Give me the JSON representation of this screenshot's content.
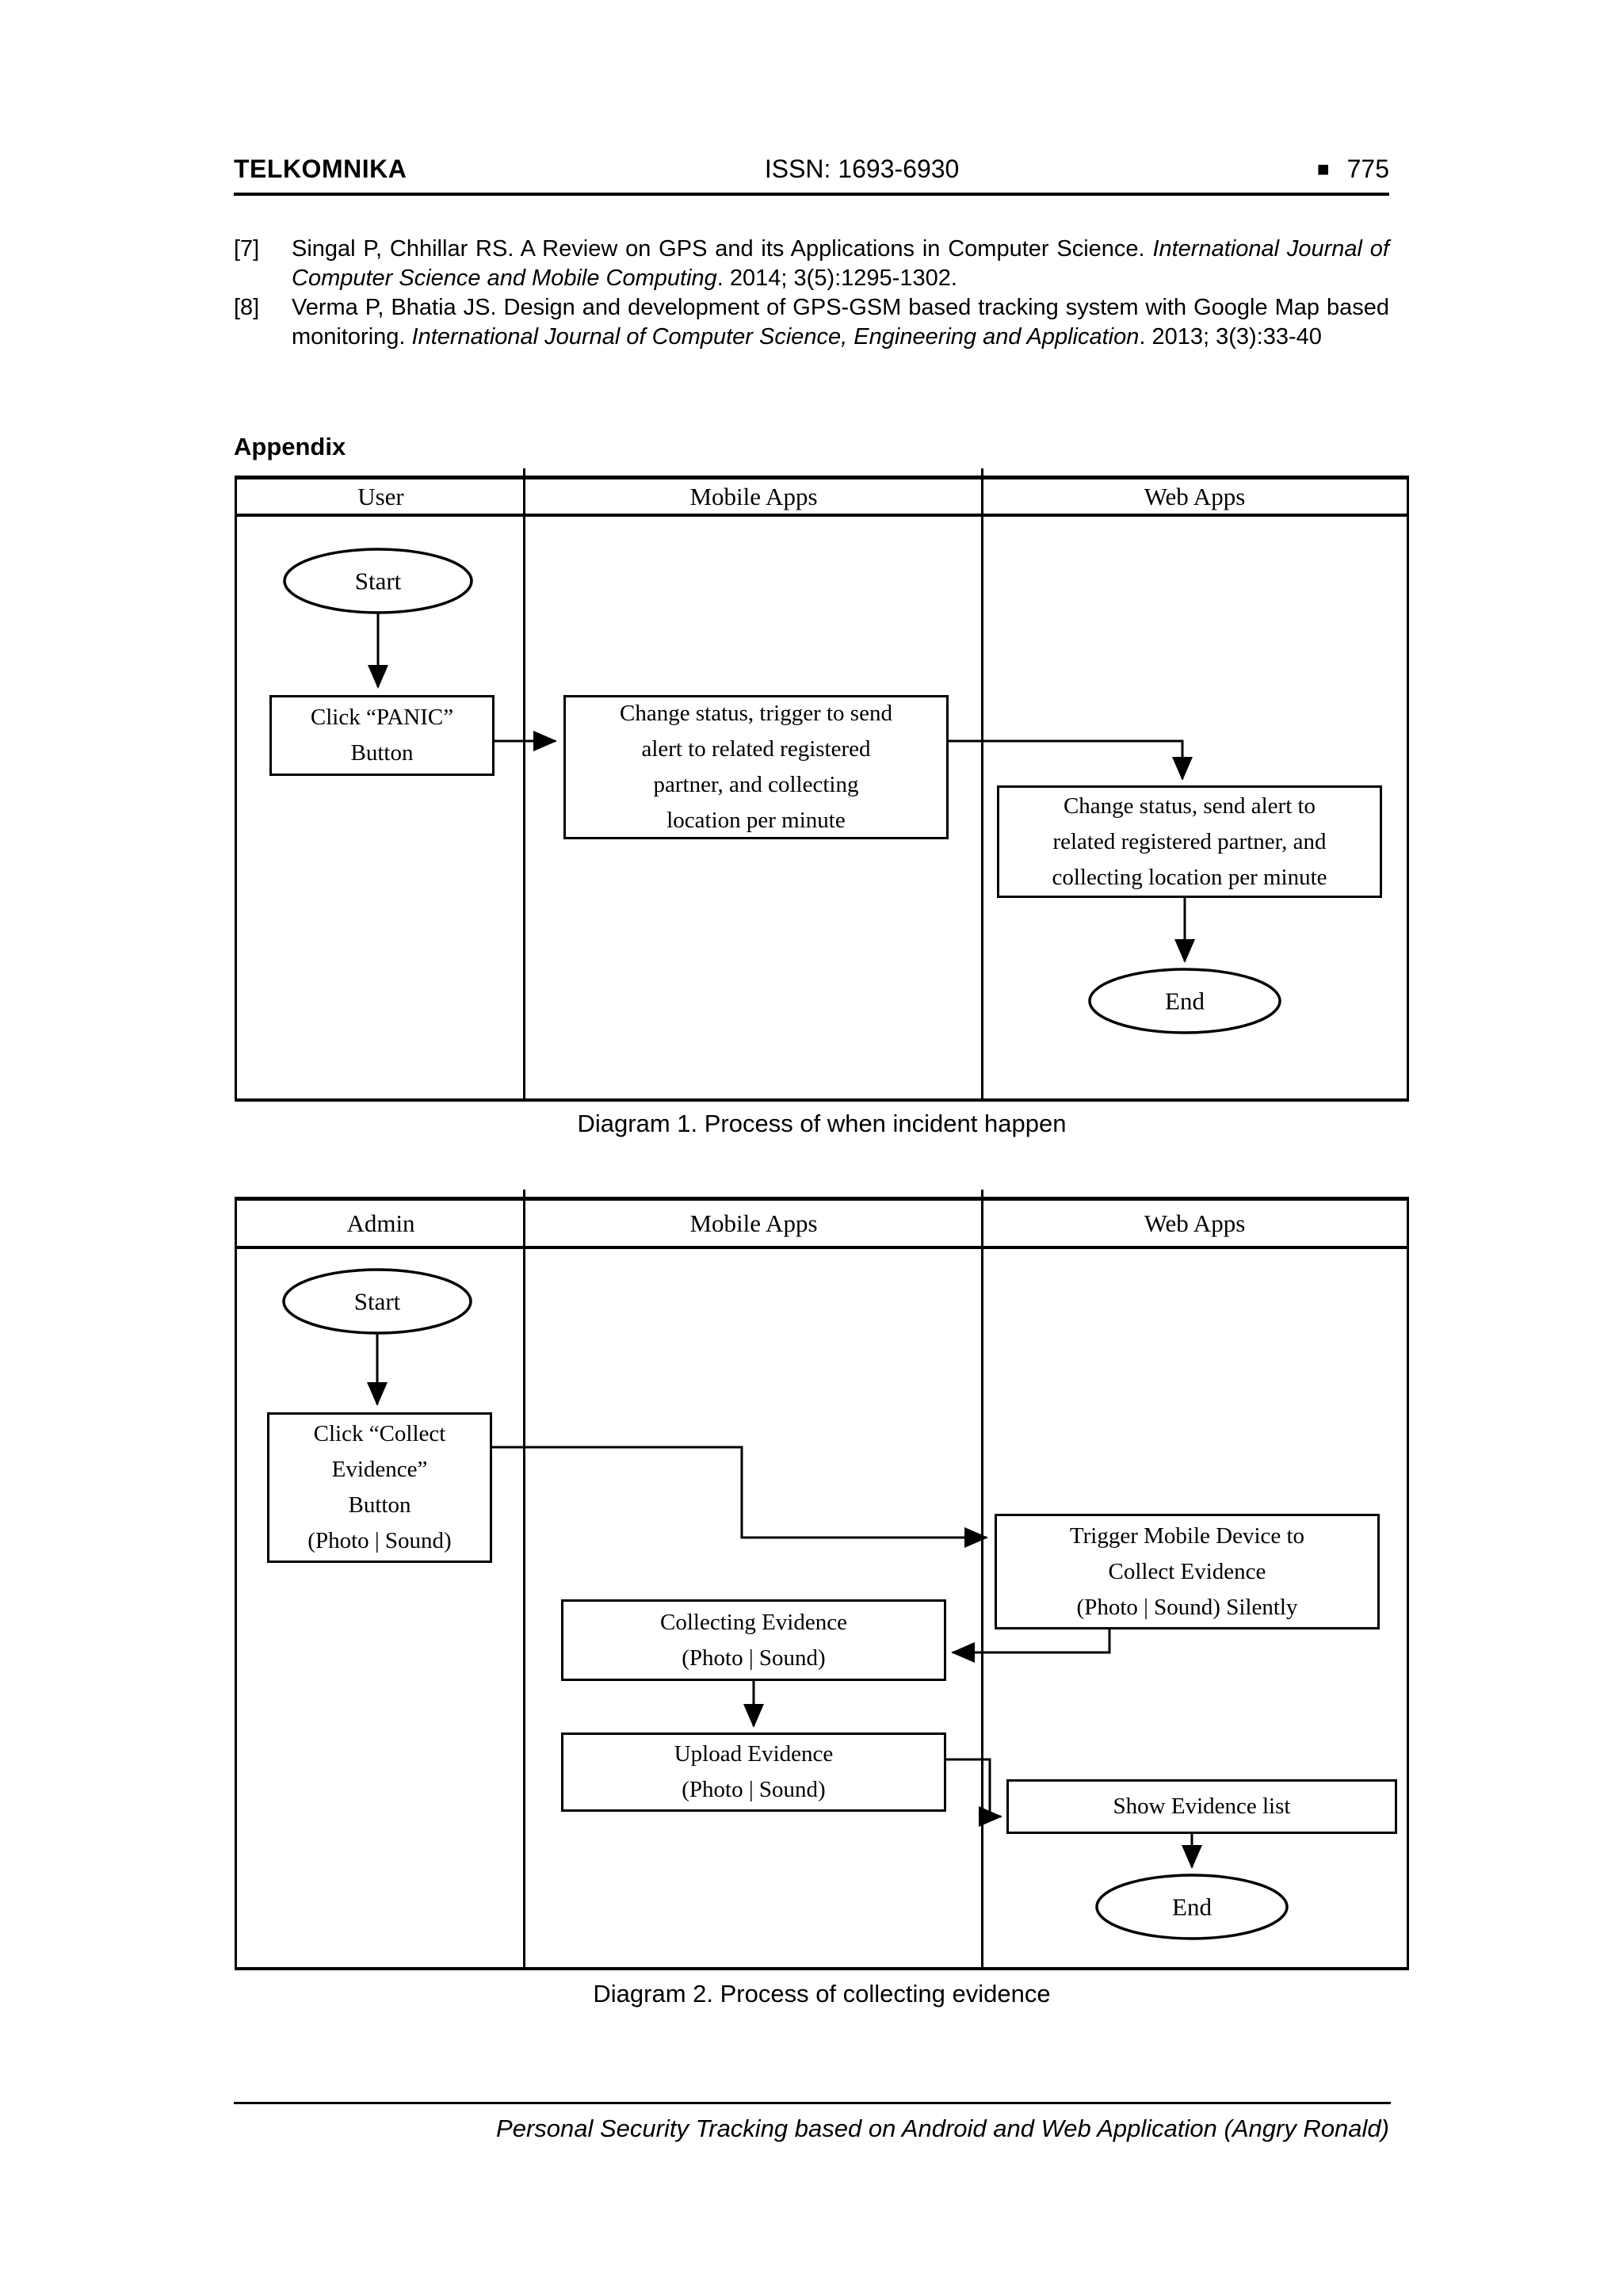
{
  "page": {
    "header": {
      "journal": "TELKOMNIKA",
      "issn": "ISSN: 1693-6930",
      "square": "■",
      "page_number": "775"
    },
    "references": [
      {
        "label": "[7]",
        "segments": [
          "Singal P, Chhillar RS. A Review on GPS and its Applications in Computer Science. ",
          "International Journal of Computer Science and Mobile Computing",
          ". 2014; 3(5):1295-1302."
        ]
      },
      {
        "label": "[8]",
        "segments": [
          "Verma P, Bhatia JS. Design and development of GPS-GSM based tracking system with Google Map based monitoring. ",
          "International Journal of Computer Science, Engineering and Application",
          ". 2013; 3(3):33-40"
        ]
      }
    ],
    "appendix_title": "Appendix",
    "footer_text": "Personal Security Tracking based on Android and Web Application (Angry Ronald)"
  },
  "diagram1": {
    "caption": "Diagram 1. Process of when incident happen",
    "lanes": [
      "User",
      "Mobile Apps",
      "Web Apps"
    ],
    "nodes": {
      "start": "Start",
      "panic": "Click “PANIC”\nButton",
      "mobile": "Change status, trigger to send\nalert to related registered\npartner, and collecting\nlocation per minute",
      "web": "Change status, send alert to\nrelated registered partner, and\ncollecting location per minute",
      "end": "End"
    }
  },
  "diagram2": {
    "caption": "Diagram 2. Process of collecting evidence",
    "lanes": [
      "Admin",
      "Mobile Apps",
      "Web Apps"
    ],
    "nodes": {
      "start": "Start",
      "collect": "Click “Collect\nEvidence”\nButton\n(Photo | Sound)",
      "trigger": "Trigger Mobile Device to\nCollect Evidence\n(Photo | Sound) Silently",
      "collecting": "Collecting Evidence\n(Photo | Sound)",
      "upload": "Upload Evidence\n(Photo | Sound)",
      "show": "Show Evidence list",
      "end": "End"
    }
  }
}
